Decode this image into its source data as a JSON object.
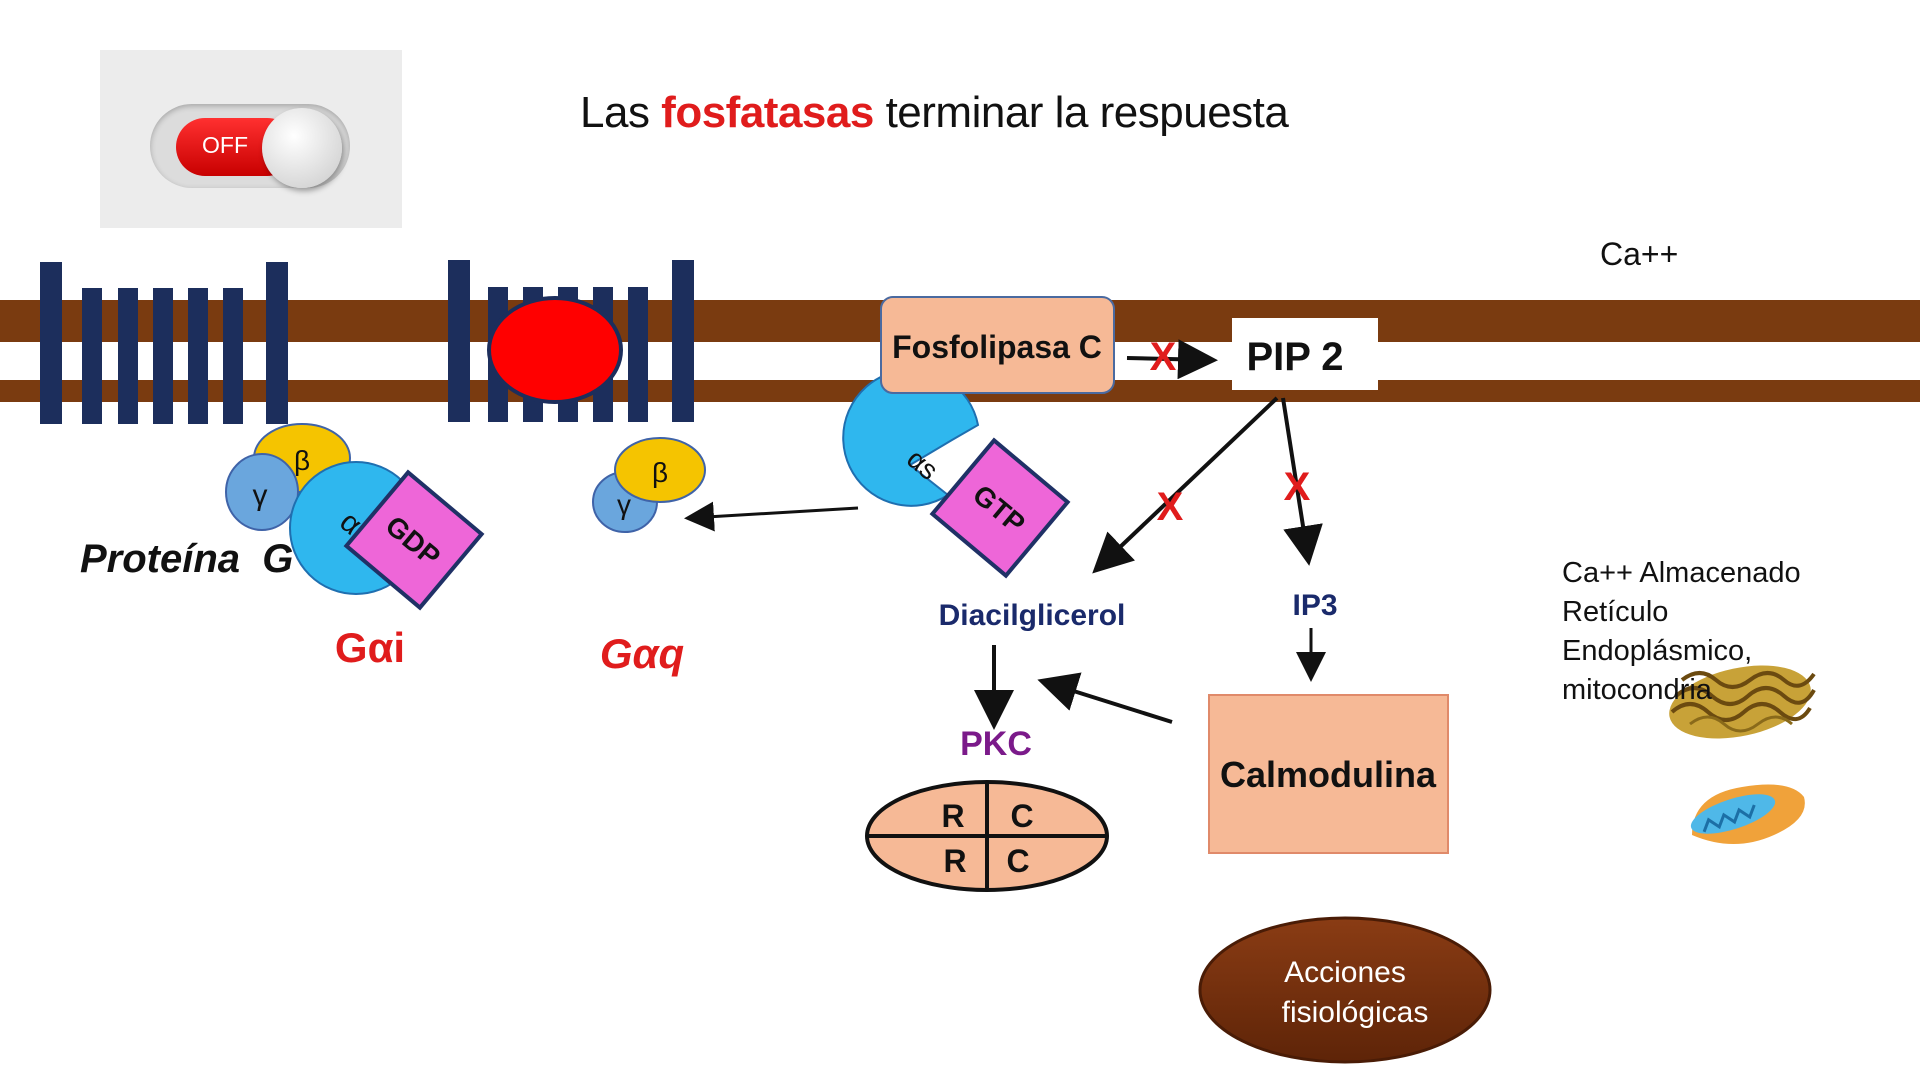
{
  "title": {
    "before": "Las ",
    "highlight": "fosfatasas",
    "after": " terminar la respuesta"
  },
  "switch": {
    "label": "OFF",
    "state": "off"
  },
  "labels": {
    "ca": "Ca++",
    "store_line1": "Ca++ Almacenado",
    "store_line2": "Retículo",
    "store_line3": "Endoplásmico,",
    "store_line4": "mitocondria",
    "proteina_g": "Proteína  G",
    "g_alpha_i": "Gαi",
    "g_alpha_q": "Gαq",
    "fosfolipasa": "Fosfolipasa C",
    "pip2": "PIP 2",
    "diacilglicerol": "Diacilglicerol",
    "ip3": "IP3",
    "pkc": "PKC",
    "calmodulina": "Calmodulina",
    "acciones_line1": "Acciones",
    "acciones_line2": "fisiológicas",
    "inhibit_mark": "X"
  },
  "subunits": {
    "beta": "β",
    "gamma": "γ",
    "alpha_i": "αi",
    "alpha_s": "αs",
    "gdp": "GDP",
    "gtp": "GTP"
  },
  "pkc_cells": [
    "R",
    "C",
    "R",
    "C"
  ],
  "colors": {
    "membrane": "#7a3b10",
    "helix": "#1c2e5c",
    "receptor_ligand": "#ff0000",
    "beta": "#f5c400",
    "gamma": "#6aa6dd",
    "alpha": "#2fb7ee",
    "nucleotide": "#ee66d8",
    "salmon": "#f6b996",
    "red_text": "#e01c1c",
    "navy_text": "#1a2a6b",
    "purple_text": "#7b1a8a",
    "acciones": "#7a3210"
  }
}
